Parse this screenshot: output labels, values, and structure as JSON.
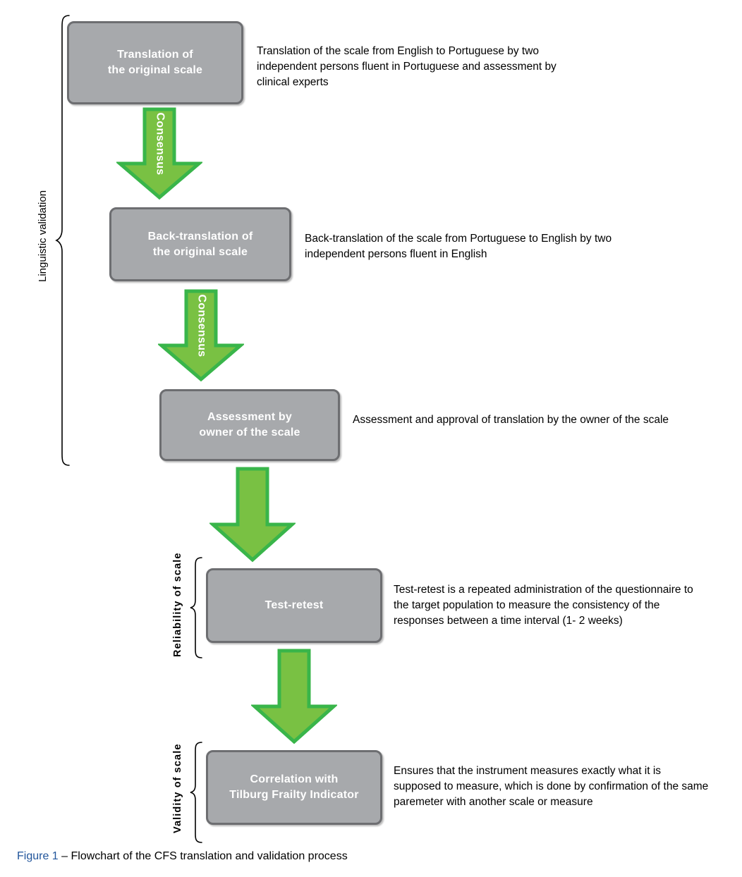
{
  "figure": {
    "caption_number": "Figure 1",
    "caption_separator": " – ",
    "caption_text": "Flowchart of the CFS translation and validation process",
    "caption_number_color": "#21559b"
  },
  "colors": {
    "box_fill": "#a7a9ac",
    "box_border": "#6d6e71",
    "box_text": "#ffffff",
    "arrow_fill": "#79c143",
    "arrow_border": "#39b54a",
    "arrow_text": "#ffffff",
    "body_text": "#000000",
    "background": "#ffffff"
  },
  "groups": [
    {
      "id": "linguistic-validation",
      "label": "Linguistic validation"
    },
    {
      "id": "reliability-of-scale",
      "label": "Reliability of scale"
    },
    {
      "id": "validity-of-scale",
      "label": "Validity of scale"
    }
  ],
  "nodes": [
    {
      "id": "translation",
      "title": "Translation of\nthe original scale",
      "description": "Translation of the scale from English to Portuguese by two independent persons fluent in Portuguese and assessment by clinical experts"
    },
    {
      "id": "back-translation",
      "title": "Back-translation of\nthe original scale",
      "description": "Back-translation of the scale from Portuguese to English by two independent persons fluent in English"
    },
    {
      "id": "assessment-owner",
      "title": "Assessment by\nowner of the scale",
      "description": "Assessment and approval of translation by the owner of the scale"
    },
    {
      "id": "test-retest",
      "title": "Test-retest",
      "description": "Test-retest is a repeated administration of the questionnaire to the target population to measure the consistency of the responses between a time interval (1- 2 weeks)"
    },
    {
      "id": "correlation-tfi",
      "title": "Correlation with\nTilburg Frailty Indicator",
      "description": "Ensures that the instrument measures exactly what it is supposed to measure, which is done by confirmation of the same paremeter with another scale or measure"
    }
  ],
  "arrows": [
    {
      "id": "arrow-1",
      "label": "Consensus"
    },
    {
      "id": "arrow-2",
      "label": "Consensus"
    },
    {
      "id": "arrow-3",
      "label": ""
    },
    {
      "id": "arrow-4",
      "label": ""
    }
  ]
}
